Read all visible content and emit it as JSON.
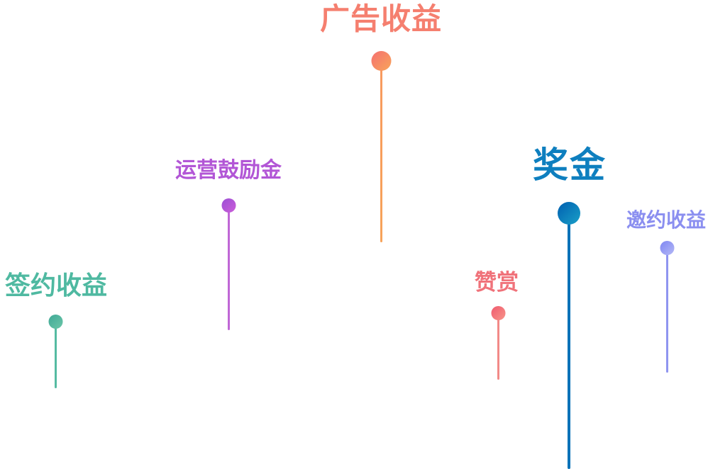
{
  "items": [
    {
      "key": "ad",
      "label": "广告收益",
      "color": "#f57f6f"
    },
    {
      "key": "ops",
      "label": "运营鼓励金",
      "color": "#b256d6"
    },
    {
      "key": "sign",
      "label": "签约收益",
      "color": "#4fb9a1"
    },
    {
      "key": "bonus",
      "label": "奖金",
      "color": "#0e7fbf"
    },
    {
      "key": "invite",
      "label": "邀约收益",
      "color": "#8b8ff0"
    },
    {
      "key": "tip",
      "label": "赞赏",
      "color": "#f0727a"
    }
  ]
}
